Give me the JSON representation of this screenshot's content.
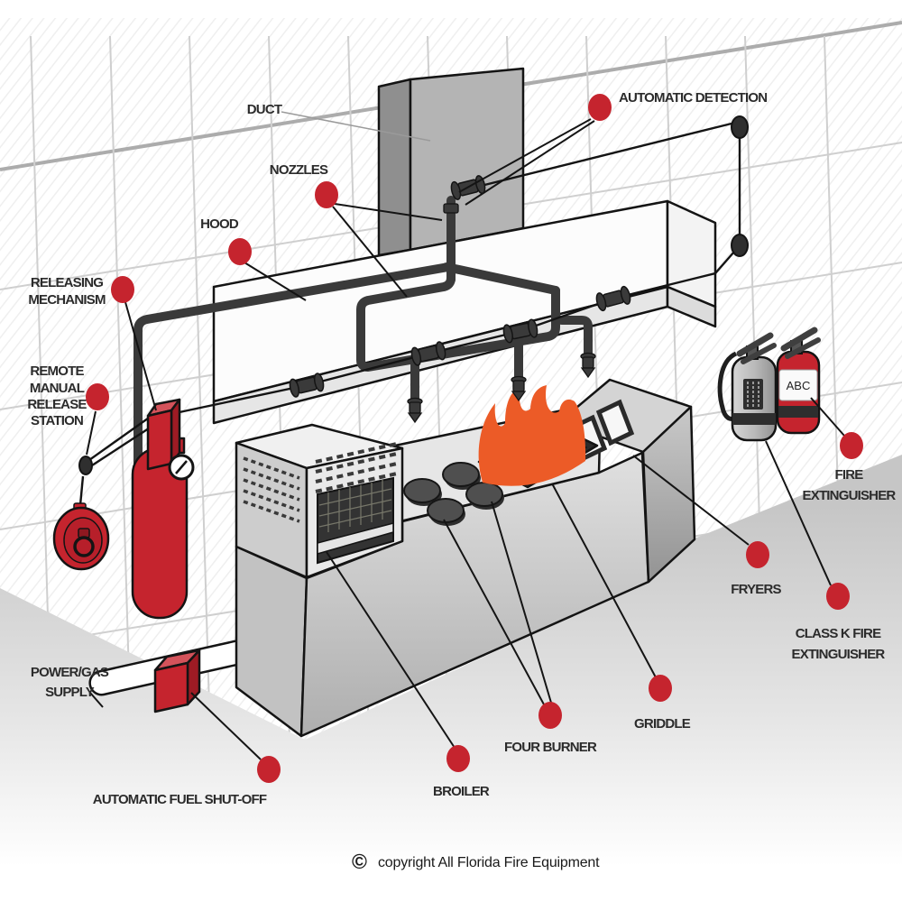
{
  "figure": {
    "description": "Restaurant kitchen fire suppression system diagram",
    "copyright_symbol": "©",
    "copyright_text": "copyright All Florida Fire Equipment"
  },
  "labels": {
    "duct": "DUCT",
    "nozzles": "NOZZLES",
    "hood": "HOOD",
    "automatic_detection": "AUTOMATIC DETECTION",
    "releasing_mechanism": {
      "line1": "RELEASING",
      "line2": "MECHANISM"
    },
    "remote_station": {
      "line1": "REMOTE",
      "line2": "MANUAL",
      "line3": "RELEASE",
      "line4": "STATION"
    },
    "power_supply": {
      "line1": "POWER/GAS",
      "line2": "SUPPLY"
    },
    "fuel_shutoff": "AUTOMATIC FUEL SHUT-OFF",
    "broiler": "BROILER",
    "four_burner": "FOUR BURNER",
    "griddle": "GRIDDLE",
    "fryers": "FRYERS",
    "class_k": {
      "line1": "CLASS K FIRE",
      "line2": "EXTINGUISHER"
    },
    "fire_extinguisher": {
      "line1": "FIRE",
      "line2": "EXTINGUISHER"
    },
    "abc_rating": "ABC"
  },
  "colors": {
    "callout_red": "#C5242E",
    "dark_red": "#9E1B24",
    "light_red": "#D4535B",
    "flame_orange": "#EC5B27",
    "pipe_gray": "#3A3A3A",
    "outline": "#141414"
  }
}
